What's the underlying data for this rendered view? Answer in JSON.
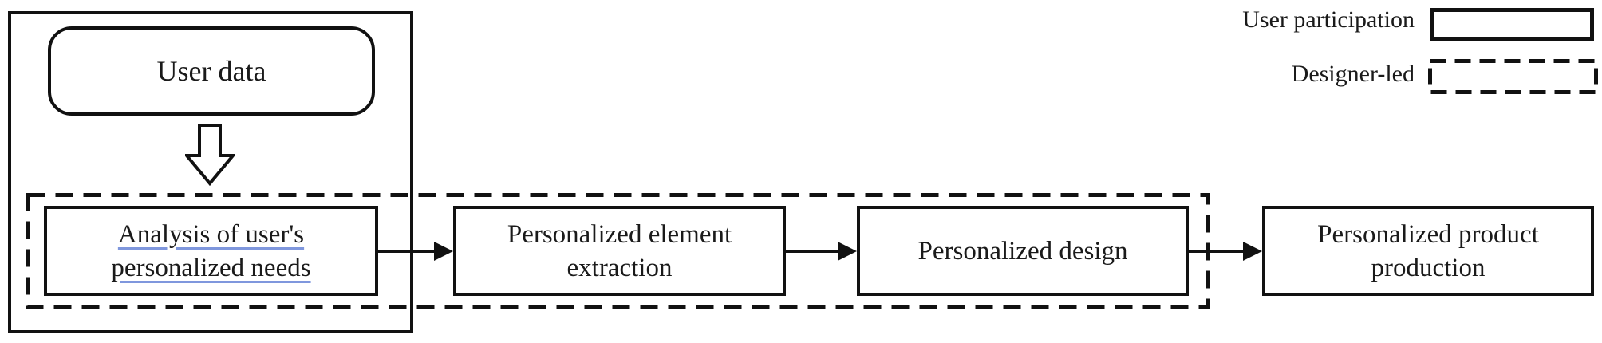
{
  "diagram": {
    "nodes": {
      "user_data": {
        "label": "User data"
      },
      "analysis": {
        "line1": "Analysis of user's",
        "line2": "personalized needs"
      },
      "extraction": {
        "line1": "Personalized element",
        "line2": "extraction"
      },
      "design": {
        "label": "Personalized design"
      },
      "product": {
        "line1": "Personalized product",
        "line2": "production"
      }
    },
    "legend": {
      "items": [
        {
          "label": "User participation",
          "style": "solid"
        },
        {
          "label": "Designer-led",
          "style": "dashed"
        }
      ]
    },
    "colors": {
      "stroke": "#111111",
      "text": "#1a1a1a",
      "analysis_underline": "#7f97dd",
      "background": "#ffffff"
    }
  }
}
